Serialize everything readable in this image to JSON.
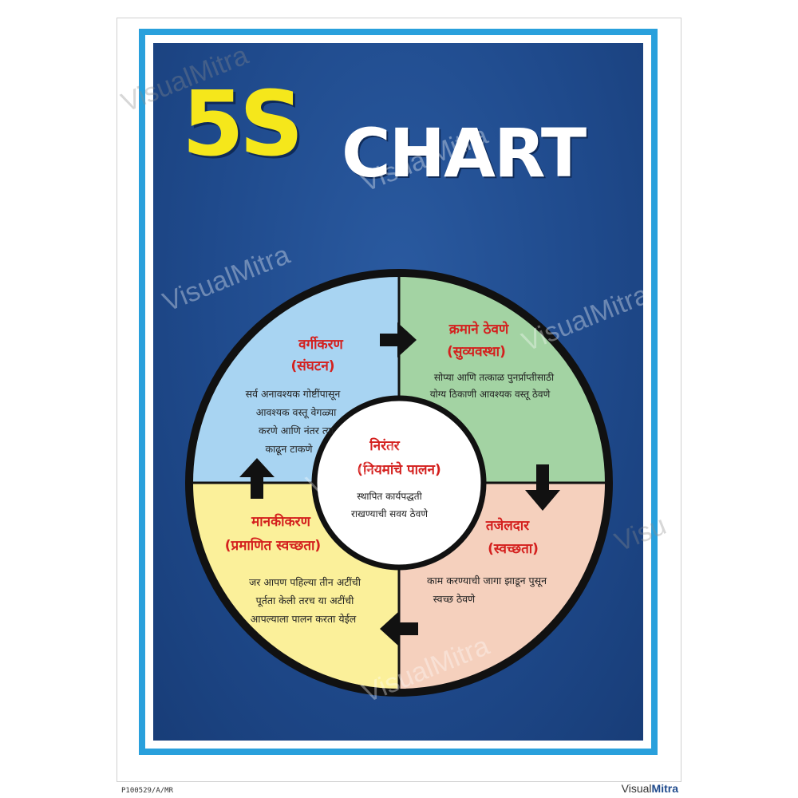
{
  "title": {
    "number": "5S",
    "word": "CHART"
  },
  "quadrants": [
    {
      "id": "top-left",
      "heading": "वर्गीकरण",
      "subheading": "(संघटन)",
      "lines": [
        "सर्व अनावश्यक गोष्टींपासून",
        "आवश्यक वस्तू वेगळ्या",
        "करणे आणि नंतर त्या",
        "काढून टाकणे"
      ],
      "color": "#a8d4f2"
    },
    {
      "id": "top-right",
      "heading": "क्रमाने ठेवणे",
      "subheading": "(सुव्यवस्था)",
      "lines": [
        "सोप्या आणि तत्काळ पुनर्प्राप्तीसाठी",
        "योग्य ठिकाणी आवश्यक वस्तू ठेवणे"
      ],
      "color": "#a3d3a3"
    },
    {
      "id": "bottom-right",
      "heading": "तजेलदार",
      "subheading": "(स्वच्छता)",
      "lines": [
        "काम करण्याची जागा झाडून पुसून",
        "स्वच्छ ठेवणे"
      ],
      "color": "#f5d0bd"
    },
    {
      "id": "bottom-left",
      "heading": "मानकीकरण",
      "subheading": "(प्रमाणित स्वच्छता)",
      "lines": [
        "जर आपण पहिल्या तीन अटींची",
        "पूर्तता केली तरच या अटींची",
        "आपल्याला पालन करता येईल"
      ],
      "color": "#fbf09a"
    }
  ],
  "center": {
    "heading": "निरंतर",
    "subheading": "(नियमांचे पालन)",
    "lines": [
      "स्थापित कार्यपद्धती",
      "राखण्याची सवय ठेवणे"
    ]
  },
  "colors": {
    "poster_bg": "#1f4a8c",
    "frame": "#29a0dc",
    "title_number": "#f5e71b",
    "heading_red": "#d4201e"
  },
  "footer": {
    "code": "P100529/A/MR",
    "brand_light": "Visual",
    "brand_bold": "Mitra"
  }
}
